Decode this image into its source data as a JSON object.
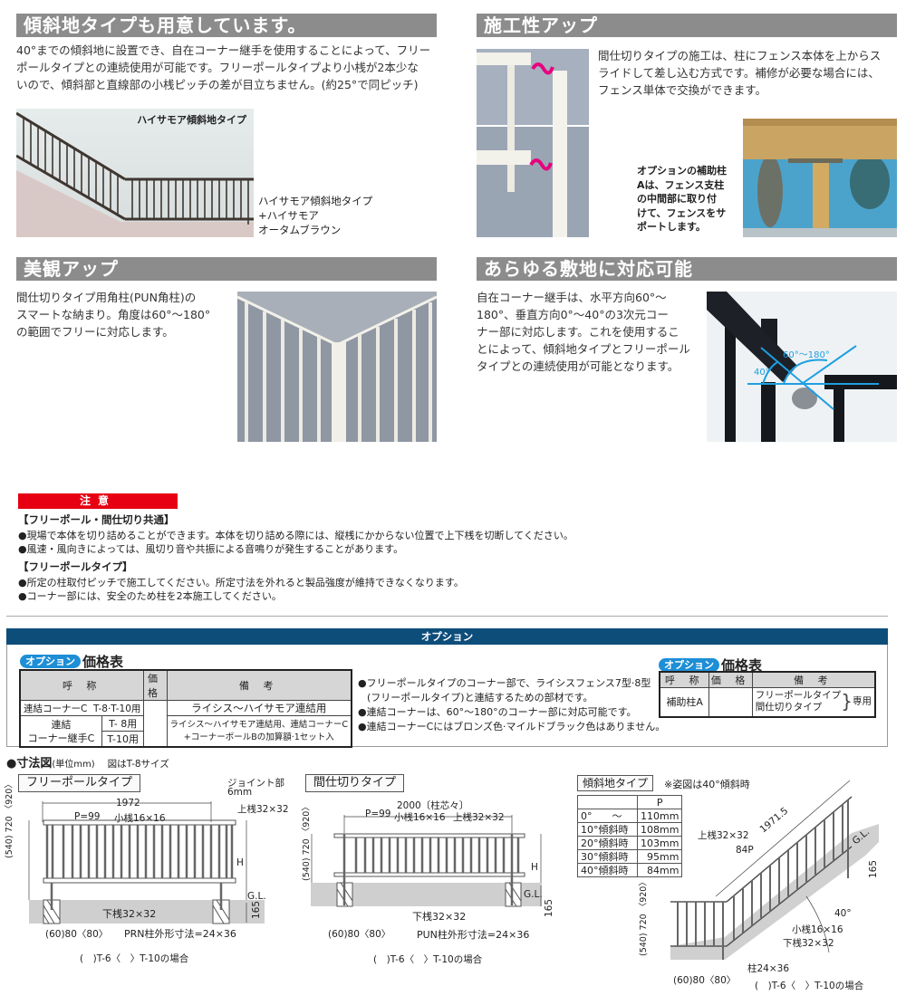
{
  "sections": {
    "slope": {
      "title": "傾斜地タイプも用意しています。",
      "body": [
        "40°までの傾斜地に設置でき、自在コーナー継手を使用することによって、フリー",
        "ポールタイプとの連続使用が可能です。フリーポールタイプより小桟が2本少な",
        "いので、傾斜部と直線部の小桟ピッチの差が目立ちません。(約25°で同ピッチ)"
      ],
      "photo_label": "ハイサモア傾斜地タイプ",
      "caption": [
        "ハイサモア傾斜地タイプ",
        "+ハイサモア",
        "オータムブラウン"
      ]
    },
    "install": {
      "title": "施工性アップ",
      "body": [
        "間仕切りタイプの施工は、柱にフェンス本体を上からス",
        "ライドして差し込む方式です。補修が必要な場合には、",
        "フェンス単体で交換ができます。"
      ],
      "caption": [
        "オプションの補助柱",
        "Aは、フェンス支柱",
        "の中間部に取り付",
        "けて、フェンスをサ",
        "ポートします。"
      ]
    },
    "appearance": {
      "title": "美観アップ",
      "body": [
        "間仕切りタイプ用角柱(PUN角柱)の",
        "スマートな納まり。角度は60°〜180°",
        "の範囲でフリーに対応します。"
      ]
    },
    "terrain": {
      "title": "あらゆる敷地に対応可能",
      "body": [
        "自在コーナー継手は、水平方向60°〜",
        "180°、垂直方向0°〜40°の3次元コー",
        "ナー部に対応します。これを使用するこ",
        "とによって、傾斜地タイプとフリーポール",
        "タイプとの連続使用が可能となります。"
      ],
      "angle_h": "60°〜180°",
      "angle_v": "40°"
    }
  },
  "caution": {
    "label": "注意",
    "groups": [
      {
        "heading": "【フリーポール・間仕切り共通】",
        "items": [
          "●現場で本体を切り詰めることができます。本体を切り詰める際には、縦桟にかからない位置で上下桟を切断してください。",
          "●風速・風向きによっては、風切り音や共振による音鳴りが発生することがあります。"
        ]
      },
      {
        "heading": "【フリーポールタイプ】",
        "items": [
          "●所定の柱取付ピッチで施工してください。所定寸法を外れると製品強度が維持できなくなります。",
          "●コーナー部には、安全のため柱を2本施工してください。"
        ]
      }
    ]
  },
  "options": {
    "band_title": "オプション",
    "pill": "オプション",
    "table_title": "価格表",
    "table1": {
      "headers": [
        "呼 称",
        "価 格",
        "備 考"
      ],
      "rows": [
        {
          "name": "連結コーナーC",
          "size": "T-8·T-10用",
          "price": "",
          "note": "ライシス〜ハイサモア連結用"
        },
        {
          "name_l1": "連結",
          "name_l2": "コーナー継手C",
          "size_a": "T- 8用",
          "size_b": "T-10用",
          "price": "",
          "note_l1": "ライシス〜ハイサモア連結用、連結コーナーC",
          "note_l2": "+コーナーポールBの加算額·1セット入"
        }
      ]
    },
    "notes": [
      "●フリーポールタイプのコーナー部で、ライシスフェンス7型·8型",
      "(フリーポールタイプ)と連結するための部材です。",
      "●連結コーナーは、60°〜180°のコーナー部に対応可能です。",
      "●連結コーナーCにはブロンズ色·マイルドブラック色はありません。"
    ],
    "table2": {
      "headers": [
        "呼 称",
        "価 格",
        "備 考"
      ],
      "name": "補助柱A",
      "price": "",
      "note_l1": "フリーポールタイプ",
      "note_l2": "間仕切りタイプ",
      "note_suffix": "専用"
    }
  },
  "dimensions": {
    "heading": "●寸法図",
    "unit": "(単位mm)",
    "note": "図はT-8サイズ",
    "freepole": {
      "label": "フリーポールタイプ",
      "width": "1972",
      "pitch": "P=99",
      "baluster": "小桟16×16",
      "joint": "ジョイント部",
      "joint_size": "6mm",
      "top_rail": "上桟32×32",
      "bottom_rail": "下桟32×32",
      "heights": "(540) 720 〈920〉",
      "h": "H",
      "gl": "G.L.",
      "depth": "165",
      "embed": "(60)80〈80〉",
      "post": "PRN柱外形寸法=24×36",
      "legend": "(　)T-6〈　〉T-10の場合"
    },
    "partition": {
      "label": "間仕切りタイプ",
      "width": "2000〔柱芯々〕",
      "pitch": "P=99",
      "baluster": "小桟16×16",
      "top_rail": "上桟32×32",
      "bottom_rail": "下桟32×32",
      "heights": "(540) 720 〈920〉",
      "h": "H",
      "gl": "G.L.",
      "depth": "165",
      "embed": "(60)80〈80〉",
      "post": "PUN柱外形寸法=24×36",
      "legend": "(　)T-6〈　〉T-10の場合"
    },
    "slope": {
      "label": "傾斜地タイプ",
      "note": "※姿図は40°傾斜時",
      "pitch_table": {
        "header": [
          "",
          "P"
        ],
        "rows": [
          [
            "0°　　〜",
            "110mm"
          ],
          [
            "10°傾斜時",
            "108mm"
          ],
          [
            "20°傾斜時",
            "103mm"
          ],
          [
            "30°傾斜時",
            "95mm"
          ],
          [
            "40°傾斜時",
            "84mm"
          ]
        ]
      },
      "length": "1971.5",
      "top_rail": "上桟32×32",
      "pitch": "84P",
      "gl": "G.L.",
      "depth": "165",
      "angle": "40°",
      "baluster": "小桟16×16",
      "bottom_rail": "下桟32×32",
      "post": "柱24×36",
      "heights": "(540) 720 〈920〉",
      "embed": "(60)80〈80〉",
      "legend": "(　)T-6〈　〉T-10の場合"
    }
  }
}
